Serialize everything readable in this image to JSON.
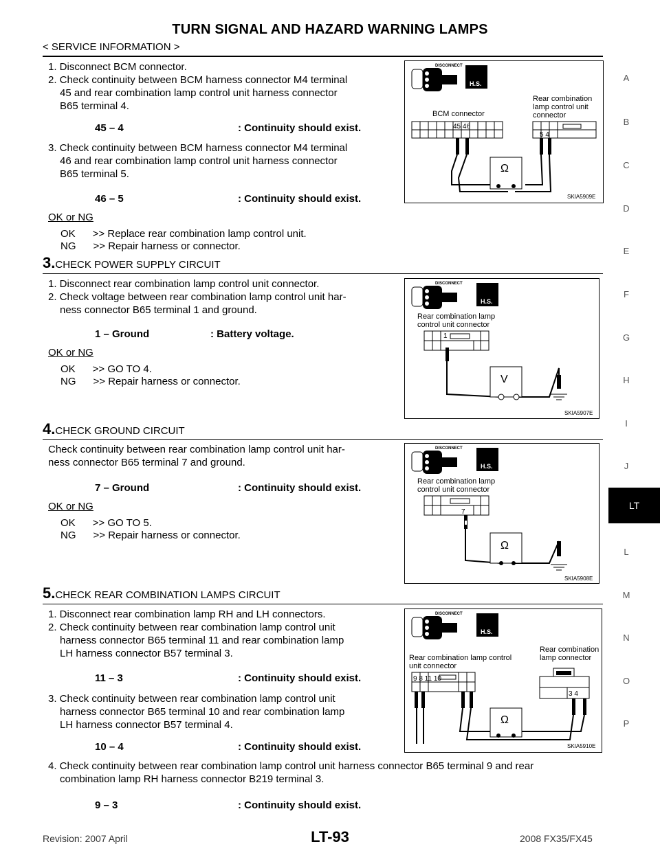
{
  "header": {
    "title": "TURN SIGNAL AND HAZARD WARNING LAMPS",
    "subtitle": "< SERVICE INFORMATION >"
  },
  "section1": {
    "line1": "1. Disconnect BCM connector.",
    "line2a": "2. Check continuity between BCM harness connector M4 terminal",
    "line2b": "45 and rear combination lamp control unit harness connector",
    "line2c": "B65 terminal 4.",
    "spec1_label": "45 – 4",
    "spec1_value": ": Continuity should exist.",
    "line3a": "3. Check continuity between BCM harness connector M4 terminal",
    "line3b": "46 and rear combination lamp control unit harness connector",
    "line3c": "B65 terminal 5.",
    "spec2_label": "46 – 5",
    "spec2_value": ": Continuity should exist.",
    "okng": "OK or NG",
    "ok": "OK      >> Replace rear combination lamp control unit.",
    "ng": "NG      >> Repair harness or connector."
  },
  "fig1": {
    "disconnect": "DISCONNECT",
    "hs": "H.S.",
    "bcm_label": "BCM connector",
    "bcm_pins": "45 46",
    "rear_label_1": "Rear combination",
    "rear_label_2": "lamp control unit",
    "rear_label_3": "connector",
    "rear_pins": "5  4",
    "meter": "Ω",
    "code": "SKIA5909E"
  },
  "step3": {
    "num": "3.",
    "heading": "CHECK POWER SUPPLY CIRCUIT",
    "line1": "1. Disconnect rear combination lamp control unit connector.",
    "line2a": "2. Check voltage between rear combination lamp control unit har-",
    "line2b": "ness connector B65 terminal 1 and ground.",
    "spec_label": "1 – Ground",
    "spec_value": ": Battery voltage.",
    "okng": "OK or NG",
    "ok": "OK      >> GO TO 4.",
    "ng": "NG      >> Repair harness or connector."
  },
  "fig2": {
    "disconnect": "DISCONNECT",
    "hs": "H.S.",
    "label1": "Rear combination lamp",
    "label2": "control unit connector",
    "pin": "1",
    "meter": "V",
    "code": "SKIA5907E"
  },
  "step4": {
    "num": "4.",
    "heading": "CHECK GROUND CIRCUIT",
    "line1a": "Check continuity between rear combination lamp control unit har-",
    "line1b": "ness connector B65 terminal 7 and ground.",
    "spec_label": "7 – Ground",
    "spec_value": ": Continuity should exist.",
    "okng": "OK or NG",
    "ok": "OK      >> GO TO 5.",
    "ng": "NG      >> Repair harness or connector."
  },
  "fig3": {
    "disconnect": "DISCONNECT",
    "hs": "H.S.",
    "label1": "Rear combination lamp",
    "label2": "control unit connector",
    "pin": "7",
    "meter": "Ω",
    "code": "SKIA5908E"
  },
  "step5": {
    "num": "5.",
    "heading": "CHECK REAR COMBINATION LAMPS CIRCUIT",
    "line1": "1. Disconnect rear combination lamp RH and LH connectors.",
    "line2a": "2. Check continuity between rear combination lamp control unit",
    "line2b": "harness connector B65 terminal 11 and rear combination lamp",
    "line2c": "LH harness connector B57 terminal 3.",
    "spec1_label": "11 – 3",
    "spec1_value": ": Continuity should exist.",
    "line3a": "3. Check continuity between rear combination lamp control unit",
    "line3b": "harness connector B65 terminal 10 and rear combination lamp",
    "line3c": "LH harness connector B57 terminal 4.",
    "spec2_label": "10 – 4",
    "spec2_value": ": Continuity should exist.",
    "line4a": "4. Check continuity between rear combination lamp control unit harness connector B65 terminal 9 and rear",
    "line4b": "combination lamp RH harness connector B219 terminal 3.",
    "spec3_label": "9 – 3",
    "spec3_value": ": Continuity should exist."
  },
  "fig4": {
    "disconnect": "DISCONNECT",
    "hs": "H.S.",
    "left1": "Rear combination lamp control",
    "left2": "unit connector",
    "left_pins": "9  8       11 10",
    "right1": "Rear combination",
    "right2": "lamp connector",
    "right_pins": "3  4",
    "meter": "Ω",
    "code": "SKIA5910E"
  },
  "side_index": [
    "A",
    "B",
    "C",
    "D",
    "E",
    "F",
    "G",
    "H",
    "I",
    "J",
    "LT",
    "L",
    "M",
    "N",
    "O",
    "P"
  ],
  "footer": {
    "revision": "Revision: 2007 April",
    "page": "LT-93",
    "model": "2008 FX35/FX45"
  }
}
